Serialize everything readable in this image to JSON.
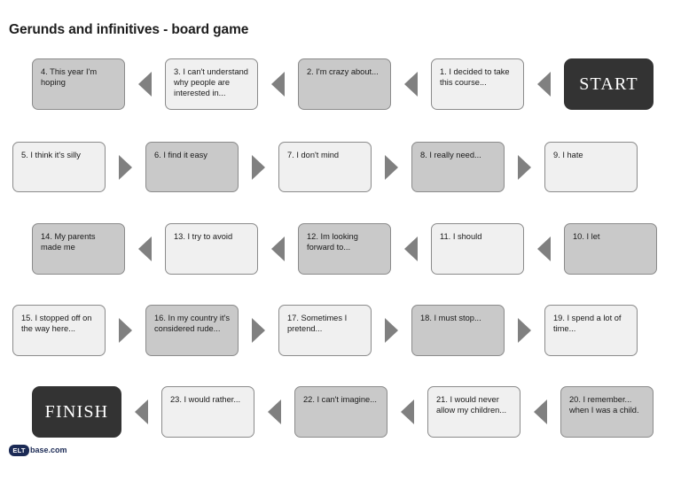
{
  "page": {
    "title": "Gerunds and infinitives - board game",
    "background_color": "#ffffff",
    "title_color": "#1d1d1d"
  },
  "colors": {
    "cell_light": "#f0f0f0",
    "cell_dark": "#c9c9c9",
    "cell_border": "#8b8b8b",
    "terminal_bg": "#333333",
    "terminal_text": "#ffffff",
    "arrow": "#808080",
    "logo_navy": "#1b2a55"
  },
  "logo": {
    "badge_text": "ELT",
    "word_text": "base.com"
  },
  "board": {
    "rows": [
      {
        "id": "row-1",
        "direction": "right-to-left",
        "cells": [
          {
            "label": "4. This year I'm hoping",
            "shade": "dark",
            "kind": "square",
            "number": 4
          },
          {
            "label": "3. I can't understand why people are interested in...",
            "shade": "light",
            "kind": "square",
            "number": 3
          },
          {
            "label": "2. I'm crazy about...",
            "shade": "dark",
            "kind": "square",
            "number": 2
          },
          {
            "label": "1. I decided to take this course...",
            "shade": "light",
            "kind": "square",
            "number": 1
          },
          {
            "label": "START",
            "shade": "terminal",
            "kind": "terminal"
          }
        ]
      },
      {
        "id": "row-2",
        "direction": "left-to-right",
        "cells": [
          {
            "label": "5. I think it's silly",
            "shade": "light",
            "kind": "square",
            "number": 5
          },
          {
            "label": "6. I find it easy",
            "shade": "dark",
            "kind": "square",
            "number": 6
          },
          {
            "label": "7. I don't mind",
            "shade": "light",
            "kind": "square",
            "number": 7
          },
          {
            "label": "8. I really need...",
            "shade": "dark",
            "kind": "square",
            "number": 8
          },
          {
            "label": "9. I hate",
            "shade": "light",
            "kind": "square",
            "number": 9
          }
        ]
      },
      {
        "id": "row-3",
        "direction": "right-to-left",
        "cells": [
          {
            "label": "14. My parents made me",
            "shade": "dark",
            "kind": "square",
            "number": 14
          },
          {
            "label": "13. I try to avoid",
            "shade": "light",
            "kind": "square",
            "number": 13
          },
          {
            "label": "12. Im looking forward to...",
            "shade": "dark",
            "kind": "square",
            "number": 12
          },
          {
            "label": "11. I should",
            "shade": "light",
            "kind": "square",
            "number": 11
          },
          {
            "label": "10. I let",
            "shade": "dark",
            "kind": "square",
            "number": 10
          }
        ]
      },
      {
        "id": "row-4",
        "direction": "left-to-right",
        "cells": [
          {
            "label": "15. I stopped off on the way here...",
            "shade": "light",
            "kind": "square",
            "number": 15
          },
          {
            "label": "16. In my country it's considered rude...",
            "shade": "dark",
            "kind": "square",
            "number": 16
          },
          {
            "label": "17. Sometimes I pretend...",
            "shade": "light",
            "kind": "square",
            "number": 17
          },
          {
            "label": "18. I must stop...",
            "shade": "dark",
            "kind": "square",
            "number": 18
          },
          {
            "label": "19. I spend a lot of time...",
            "shade": "light",
            "kind": "square",
            "number": 19
          }
        ]
      },
      {
        "id": "row-5",
        "direction": "right-to-left",
        "cells": [
          {
            "label": "FINISH",
            "shade": "terminal",
            "kind": "terminal"
          },
          {
            "label": "23. I would rather...",
            "shade": "light",
            "kind": "square",
            "number": 23
          },
          {
            "label": "22. I can't imagine...",
            "shade": "dark",
            "kind": "square",
            "number": 22
          },
          {
            "label": "21. I would never allow my children...",
            "shade": "light",
            "kind": "square",
            "number": 21
          },
          {
            "label": "20. I remember... when I was a child.",
            "shade": "dark",
            "kind": "square",
            "number": 20
          }
        ]
      }
    ]
  }
}
